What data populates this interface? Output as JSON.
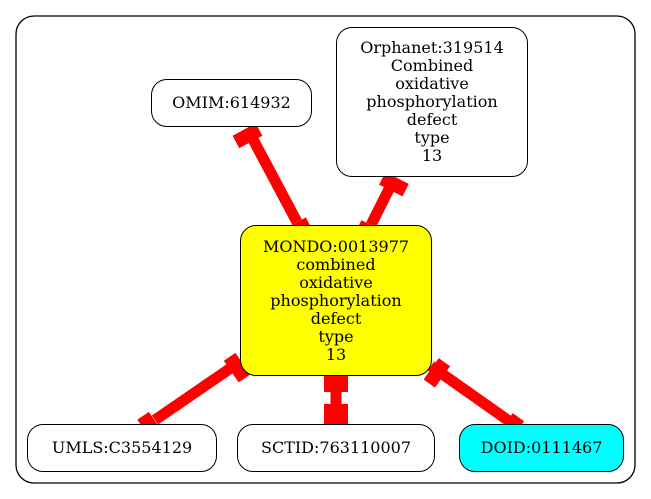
{
  "colors": {
    "edge": "#ff0000",
    "center_fill": "#ffff00",
    "doid_fill": "#00ffff",
    "node_fill": "#ffffff",
    "border": "#000000"
  },
  "nodes": {
    "center": {
      "label": "MONDO:0013977\ncombined\noxidative\nphosphorylation\ndefect\ntype\n13"
    },
    "omim": {
      "label": "OMIM:614932"
    },
    "orphanet": {
      "label": "Orphanet:319514\nCombined\noxidative\nphosphorylation\ndefect\ntype\n13"
    },
    "umls": {
      "label": "UMLS:C3554129"
    },
    "sctid": {
      "label": "SCTID:763110007"
    },
    "doid": {
      "label": "DOID:0111467"
    }
  },
  "edges": [
    {
      "from": "omim",
      "to": "center",
      "style": "bold-bidirectional"
    },
    {
      "from": "orphanet",
      "to": "center",
      "style": "bold-bidirectional"
    },
    {
      "from": "center",
      "to": "umls",
      "style": "bold-bidirectional"
    },
    {
      "from": "center",
      "to": "sctid",
      "style": "bold-bidirectional"
    },
    {
      "from": "center",
      "to": "doid",
      "style": "bold-bidirectional"
    }
  ]
}
